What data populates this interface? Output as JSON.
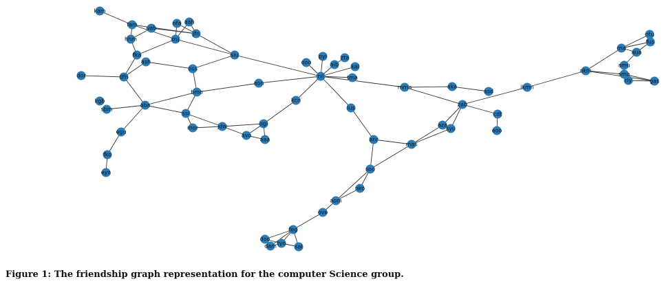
{
  "graph": {
    "node_color": "#2b7bb6",
    "nodes": [
      "kam",
      "fam",
      "uab",
      "hhm",
      "nfa",
      "aah",
      "jfn",
      "osj",
      "siu",
      "fka",
      "ash",
      "oss",
      "dfn",
      "dor",
      "bmo",
      "kgb",
      "sbm",
      "aba",
      "ssi",
      "mor",
      "jdw",
      "egu",
      "fko",
      "eya",
      "avo",
      "ogi",
      "aaa",
      "kcn",
      "aon",
      "nil",
      "ooo",
      "pyi",
      "aib",
      "zta",
      "kal",
      "tma",
      "ius",
      "anr",
      "mma",
      "aka",
      "asd",
      "zab",
      "cdt",
      "eoo",
      "aza",
      "syu",
      "mas",
      "lkmn",
      "akm",
      "rna",
      "ntu",
      "fus",
      "aua",
      "amu",
      "sma",
      "rly",
      "gas",
      "soo",
      "nko",
      "aom",
      "ove",
      "feg",
      "doo",
      "dam",
      "tyo",
      "sal"
    ],
    "edges": [
      [
        "kam",
        "fam"
      ],
      [
        "fam",
        "hhm"
      ],
      [
        "fam",
        "jfn"
      ],
      [
        "fam",
        "osj"
      ],
      [
        "uab",
        "hhm"
      ],
      [
        "uab",
        "jfn"
      ],
      [
        "nfa",
        "osj"
      ],
      [
        "nfa",
        "jfn"
      ],
      [
        "aah",
        "osj"
      ],
      [
        "aah",
        "jfn"
      ],
      [
        "jfn",
        "siu"
      ],
      [
        "osj",
        "siu"
      ],
      [
        "osj",
        "fka"
      ],
      [
        "hhm",
        "fka"
      ],
      [
        "fka",
        "dfn"
      ],
      [
        "ash",
        "dfn"
      ],
      [
        "ash",
        "oss"
      ],
      [
        "oss",
        "siu"
      ],
      [
        "oss",
        "bmo"
      ],
      [
        "dor",
        "dfn"
      ],
      [
        "dfn",
        "aba"
      ],
      [
        "aba",
        "bmo"
      ],
      [
        "aba",
        "sbm"
      ],
      [
        "aba",
        "ssi"
      ],
      [
        "aba",
        "egu"
      ],
      [
        "egu",
        "fko"
      ],
      [
        "fko",
        "eya"
      ],
      [
        "bmo",
        "ssi"
      ],
      [
        "bmo",
        "aon"
      ],
      [
        "aon",
        "nil"
      ],
      [
        "siu",
        "nil"
      ],
      [
        "ssi",
        "mor"
      ],
      [
        "ssi",
        "jdw"
      ],
      [
        "mor",
        "jdw"
      ],
      [
        "jdw",
        "ogi"
      ],
      [
        "jdw",
        "avo"
      ],
      [
        "avo",
        "ogi"
      ],
      [
        "avo",
        "aaa"
      ],
      [
        "ogi",
        "aaa"
      ],
      [
        "ogi",
        "kcn"
      ],
      [
        "kcn",
        "nil"
      ],
      [
        "nil",
        "ooo"
      ],
      [
        "nil",
        "pyi"
      ],
      [
        "nil",
        "aib"
      ],
      [
        "aib",
        "zta"
      ],
      [
        "nil",
        "kal"
      ],
      [
        "nil",
        "tma"
      ],
      [
        "nil",
        "mma"
      ],
      [
        "nil",
        "ius"
      ],
      [
        "ius",
        "anr"
      ],
      [
        "anr",
        "mas"
      ],
      [
        "mas",
        "aza"
      ],
      [
        "mas",
        "syu"
      ],
      [
        "aza",
        "zab"
      ],
      [
        "syu",
        "zab"
      ],
      [
        "mma",
        "aka"
      ],
      [
        "aka",
        "asd"
      ],
      [
        "mma",
        "zab"
      ],
      [
        "zab",
        "cdt"
      ],
      [
        "cdt",
        "eoo"
      ],
      [
        "zab",
        "lkmn"
      ],
      [
        "lkmn",
        "akm"
      ],
      [
        "akm",
        "rna"
      ],
      [
        "akm",
        "sma"
      ],
      [
        "akm",
        "gas"
      ],
      [
        "rna",
        "ntu"
      ],
      [
        "rna",
        "fus"
      ],
      [
        "rna",
        "aua"
      ],
      [
        "aua",
        "fus"
      ],
      [
        "aua",
        "amu"
      ],
      [
        "sma",
        "gas"
      ],
      [
        "rly",
        "gas"
      ],
      [
        "sma",
        "rly"
      ],
      [
        "anr",
        "soo"
      ],
      [
        "soo",
        "mas"
      ],
      [
        "soo",
        "nko"
      ],
      [
        "soo",
        "aom"
      ],
      [
        "nko",
        "aom"
      ],
      [
        "aom",
        "ove"
      ],
      [
        "ove",
        "feg"
      ],
      [
        "feg",
        "doo"
      ],
      [
        "feg",
        "dam"
      ],
      [
        "feg",
        "tyo"
      ],
      [
        "feg",
        "sal"
      ],
      [
        "doo",
        "tyo"
      ],
      [
        "dam",
        "tyo"
      ],
      [
        "tyo",
        "sal"
      ],
      [
        "doo",
        "dam"
      ]
    ]
  },
  "caption": "Figure 1: The friendship graph representation for the computer Science group."
}
